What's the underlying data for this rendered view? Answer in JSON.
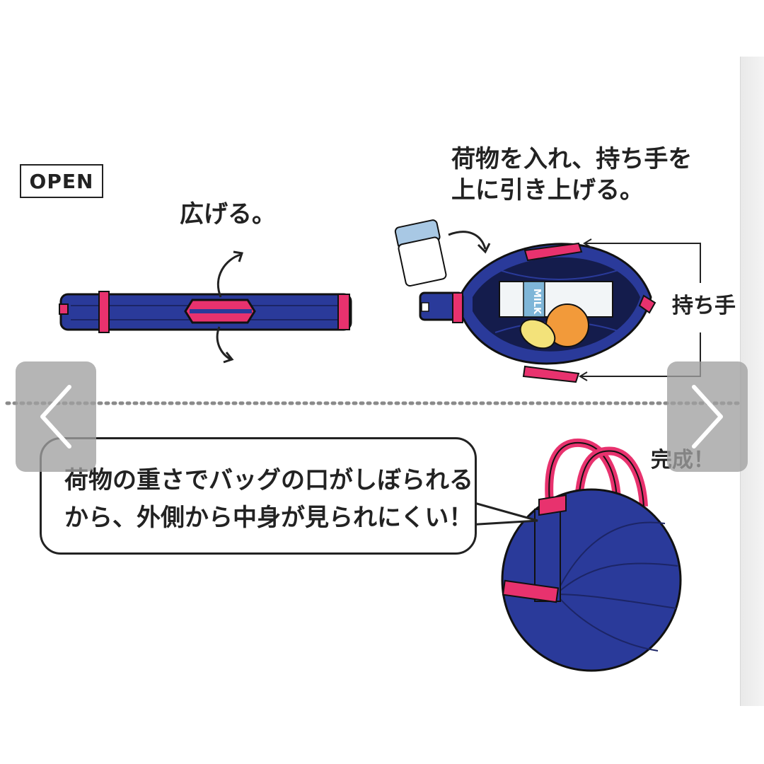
{
  "gallery": {
    "open_tag": "OPEN",
    "step_spread": "広げる。",
    "step_pull_line1": "荷物を入れ、持ち手を",
    "step_pull_line2": "上に引き上げる。",
    "handle_label": "持ち手",
    "milk_label": "MILK",
    "complete_label": "完成！",
    "speech_line1": "荷物の重さでバッグの口がしぼられる",
    "speech_line2": "から、外側から中身が見られにくい！"
  },
  "colors": {
    "bag_blue": "#2a3a9a",
    "bag_dark": "#1c2566",
    "accent_pink": "#e8326e",
    "nav_bg": "#a0a0a0"
  },
  "icons": {
    "prev": "chevron-left-icon",
    "next": "chevron-right-icon"
  }
}
